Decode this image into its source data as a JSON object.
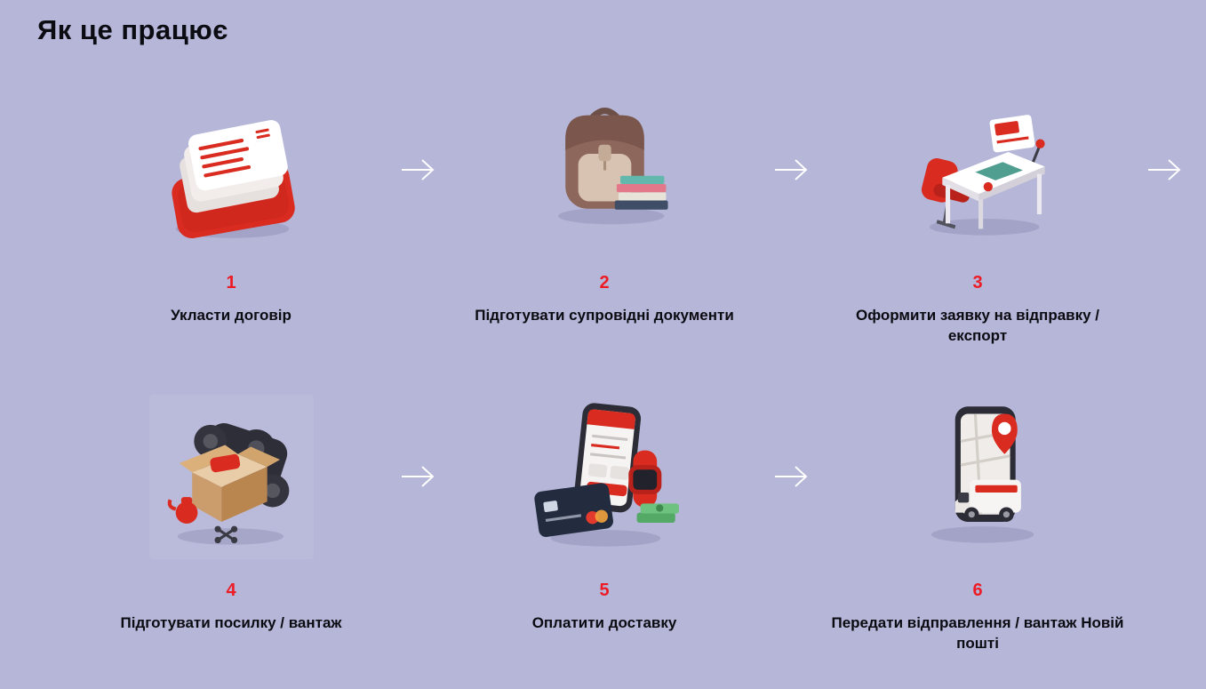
{
  "page": {
    "title": "Як це працює",
    "background_color": "#b5b6d8",
    "accent_color": "#ed1c24",
    "text_color": "#0b0b12"
  },
  "steps": [
    {
      "number": "1",
      "label": "Укласти договір",
      "icon": "contract-documents-icon"
    },
    {
      "number": "2",
      "label": "Підготувати супровідні документи",
      "icon": "backpack-books-icon"
    },
    {
      "number": "3",
      "label": "Оформити заявку на відправку / експорт",
      "icon": "workspace-desk-icon"
    },
    {
      "number": "4",
      "label": "Підготувати посилку / вантаж",
      "icon": "parcel-cargo-icon"
    },
    {
      "number": "5",
      "label": "Оплатити доставку",
      "icon": "payment-phone-card-icon"
    },
    {
      "number": "6",
      "label": "Передати відправлення / вантаж Новій пошті",
      "icon": "phone-delivery-van-icon"
    }
  ],
  "arrows": {
    "glyph": "→",
    "color": "#ffffff"
  }
}
